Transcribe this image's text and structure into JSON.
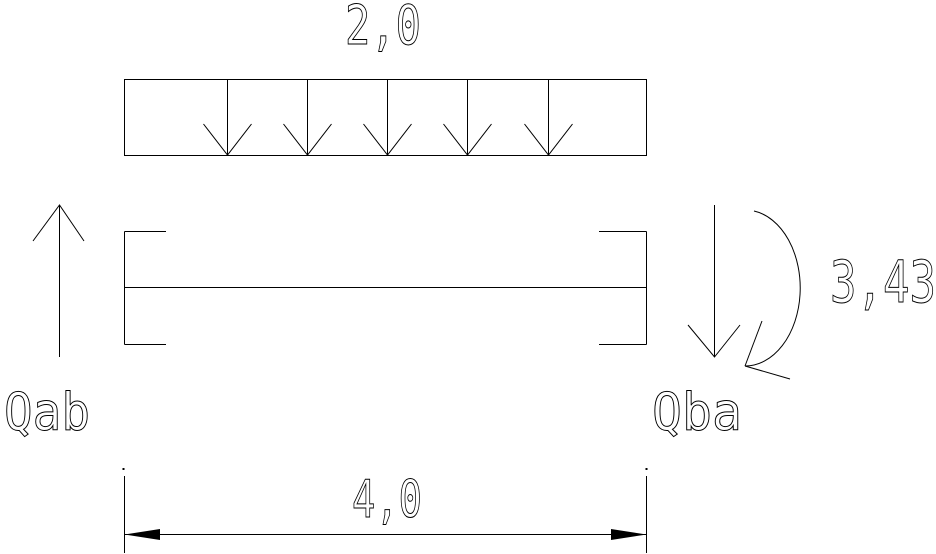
{
  "diagram": {
    "colors": {
      "background": "#ffffff",
      "line": "#000000"
    },
    "distributed_load": {
      "value_label": "2,0",
      "arrow_count": 5
    },
    "reactions": {
      "left_label": "Qab",
      "right_label": "Qba"
    },
    "moment": {
      "value_label": "3,43"
    },
    "dimension": {
      "span_label": "4,0"
    }
  }
}
